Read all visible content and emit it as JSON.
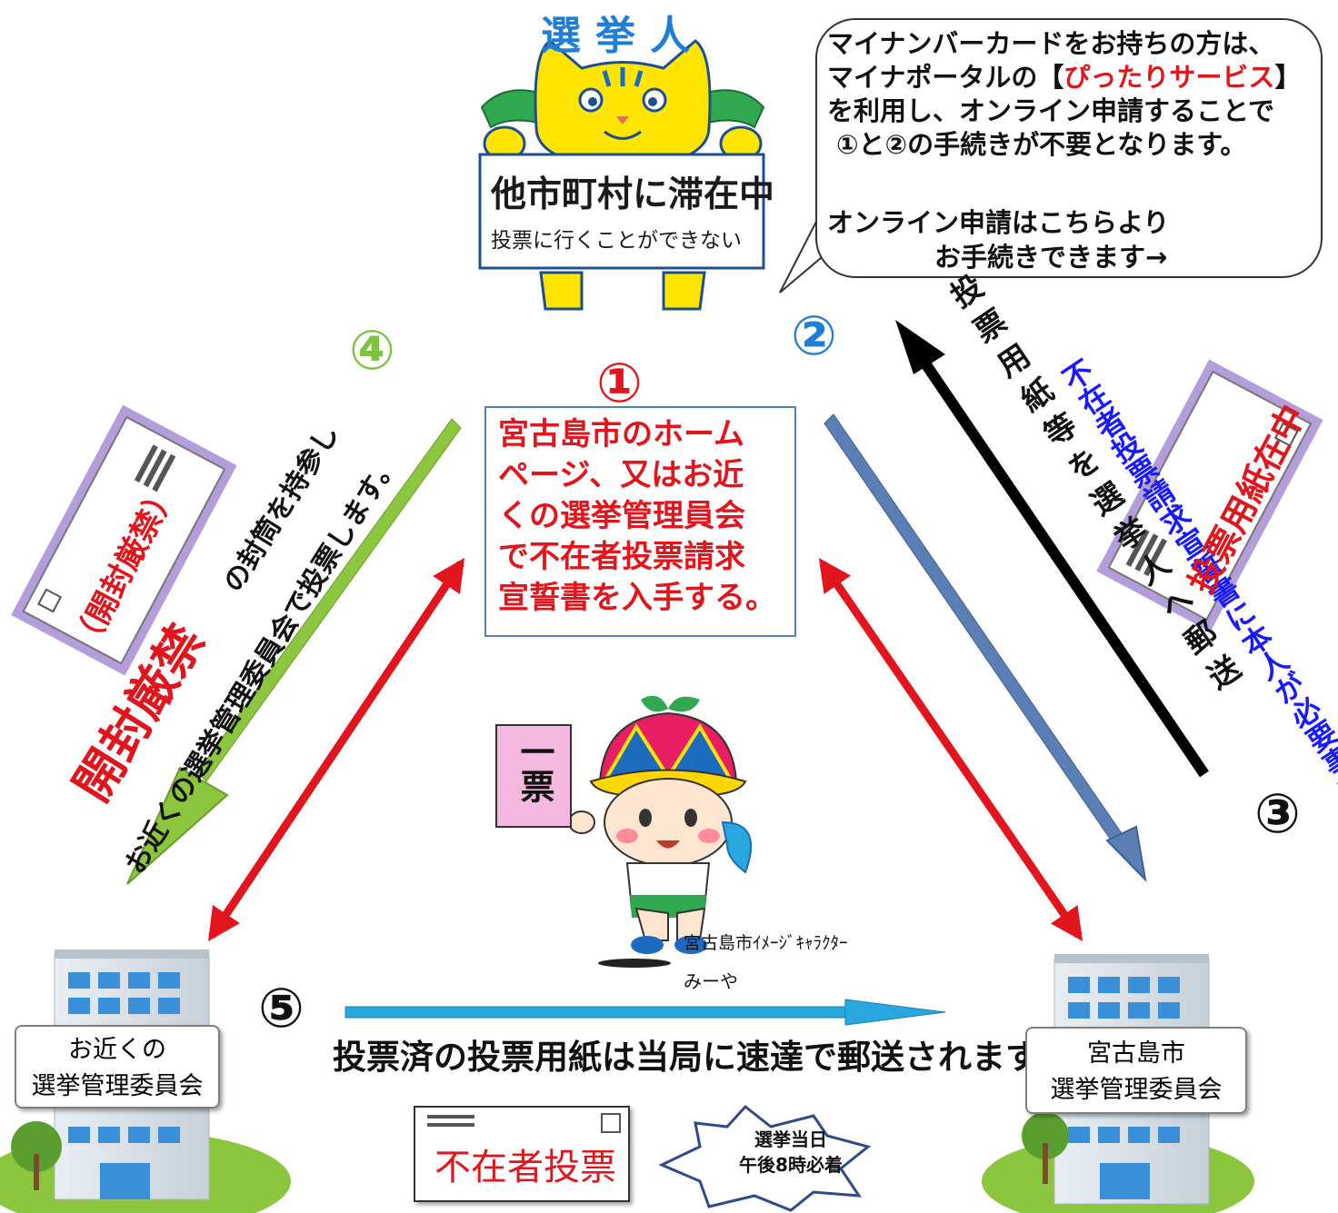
{
  "voter": {
    "title": "選挙人",
    "sign_line1": "他市町村に滞在中",
    "sign_line2": "投票に行くことができない"
  },
  "callout": {
    "line1": "マイナンバーカードをお持ちの方は、",
    "line2_pre": "マイナポータルの【",
    "line2_highlight": "ぴったりサービス",
    "line2_post": "】",
    "line3": "を利用し、オンライン申請することで",
    "line4": "①と②の手続きが不要となります。",
    "line5": "オンライン申請はこちらより",
    "line6": "お手続きできます→"
  },
  "steps": {
    "s1_num": "①",
    "s1_text_lines": [
      "宮古島市のホーム",
      "ページ、又はお近",
      "くの選挙管理員会",
      "で不在者投票請求",
      "宣誓書を入手する。"
    ],
    "s2_num": "②",
    "s2_text": "不在者投票請求宣誓書に本人が必要事項を記入し当局へ郵送",
    "s3_num": "③",
    "s3_text": "投票用紙等を選挙人へ郵送",
    "s4_num": "④",
    "s4_big": "開封厳禁",
    "s4_rest": "の封筒を持参し",
    "s4_line2": "お近くの選挙管理委員会で投票します。",
    "s5_num": "⑤",
    "s5_text": "投票済の投票用紙は当局に速達で郵送されます。"
  },
  "envelopes": {
    "left_label": "（開封厳禁）",
    "right_label": "投票用紙在中",
    "bottom_label": "不在者投票"
  },
  "mascot": {
    "sign": "一票",
    "caption_line1": "宮古島市ｲﾒｰｼﾞｷｬﾗｸﾀｰ",
    "caption_line2": "みーや"
  },
  "offices": {
    "left_line1": "お近くの",
    "left_line2": "選挙管理委員会",
    "right_line1": "宮古島市",
    "right_line2": "選挙管理委員会"
  },
  "deadline": {
    "line1": "選挙当日",
    "line2": "午後8時必着"
  },
  "colors": {
    "red": "#e1151b",
    "blue_number": "#1f7fd6",
    "green_number": "#7fc241",
    "navy_text": "#1a1aff",
    "purple_frame": "#b39ddb",
    "arrow_blue_gray": "#5b7fb5",
    "arrow_green": "#8cc63f",
    "arrow_cyan": "#29a8e0",
    "building_blue": "#3a8fd9",
    "ground_green": "#8cc63f"
  }
}
